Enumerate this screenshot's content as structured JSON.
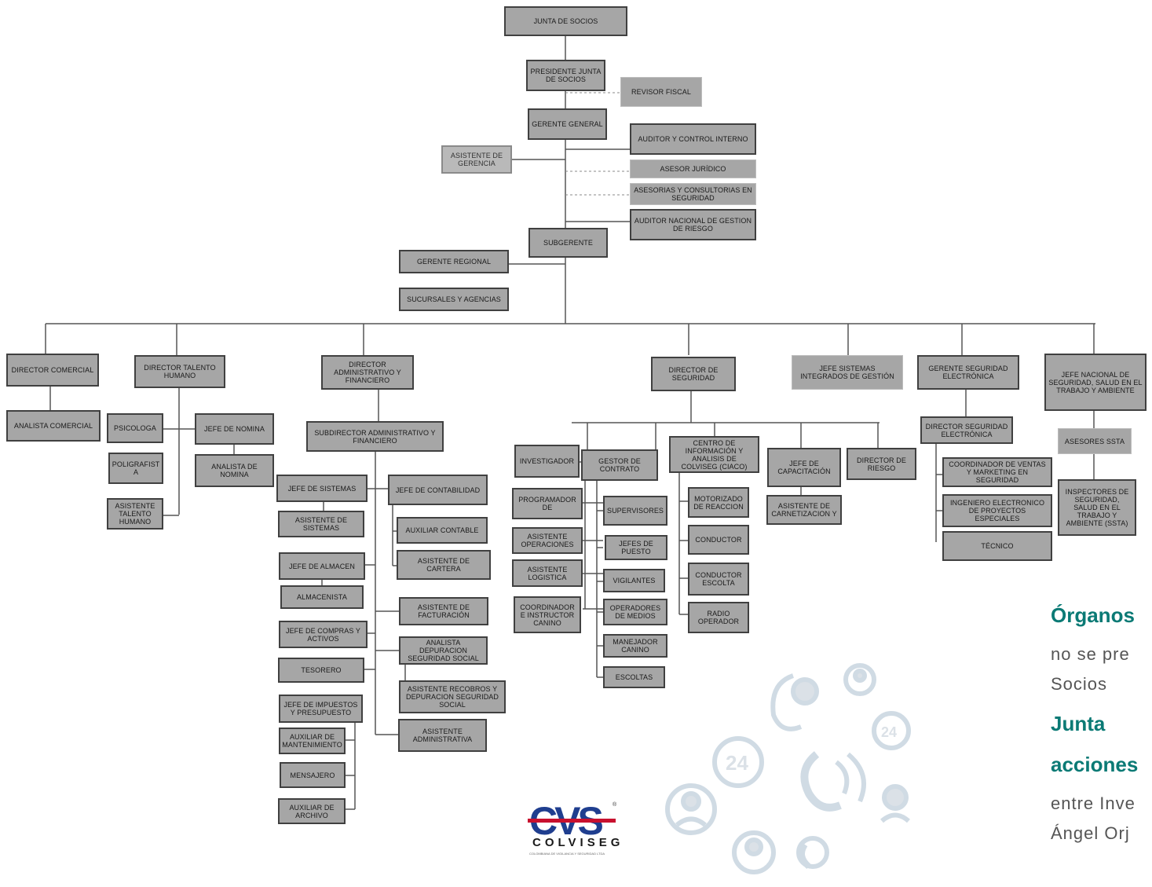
{
  "nodes": {
    "junta_socios": "JUNTA DE  SOCIOS",
    "presidente_junta": "PRESIDENTE JUNTA DE SOCIOS",
    "revisor_fiscal": "REVISOR FISCAL",
    "gerente_general": "GERENTE GENERAL",
    "auditor_control": "AUDITOR Y CONTROL INTERNO",
    "asistente_gerencia": "ASISTENTE DE GERENCIA",
    "asesor_juridico": "ASESOR JURÍDICO",
    "asesorias_seguridad": "ASESORIAS Y CONSULTORIAS EN SEGURIDAD",
    "auditor_nacional": "AUDITOR NACIONAL DE GESTION DE RIESGO",
    "subgerente": "SUBGERENTE",
    "gerente_regional": "GERENTE  REGIONAL",
    "sucursales": "SUCURSALES Y AGENCIAS",
    "director_comercial": "DIRECTOR COMERCIAL",
    "analista_comercial": "ANALISTA COMERCIAL",
    "director_talento": "DIRECTOR TALENTO HUMANO",
    "psicologa": "PSICOLOGA",
    "jefe_nomina": "JEFE DE NOMINA",
    "poligrafista": "POLIGRAFIST A",
    "analista_nomina": "ANALISTA DE NOMINA",
    "asistente_talento": "ASISTENTE TALENTO HUMANO",
    "director_admin": "DIRECTOR ADMINISTRATIVO Y FINANCIERO",
    "subdirector_admin": "SUBDIRECTOR  ADMINISTRATIVO Y FINANCIERO",
    "jefe_sistemas": "JEFE DE SISTEMAS",
    "jefe_contabilidad": "JEFE DE CONTABILIDAD",
    "asistente_sistemas": "ASISTENTE DE SISTEMAS",
    "auxiliar_contable": "AUXILIAR  CONTABLE",
    "jefe_almacen": "JEFE DE ALMACEN",
    "asistente_cartera": "ASISTENTE  DE CARTERA",
    "almacenista": "ALMACENISTA",
    "asistente_facturacion": "ASISTENTE  DE FACTURACIÓN",
    "jefe_compras": "JEFE DE COMPRAS Y ACTIVOS",
    "analista_depuracion": "ANALISTA DEPURACION SEGURIDAD SOCIAL",
    "tesorero": "TESORERO",
    "asistente_recobros": "ASISTENTE RECOBROS Y DEPURACION  SEGURIDAD SOCIAL",
    "jefe_impuestos": "JEFE DE IMPUESTOS Y PRESUPUESTO",
    "asistente_administrativa": "ASISTENTE ADMINISTRATIVA",
    "auxiliar_mantenimiento": "AUXILIAR DE MANTENIMIENTO",
    "mensajero": "MENSAJERO",
    "auxiliar_archivo": "AUXILIAR DE ARCHIVO",
    "director_seguridad": "DIRECTOR  DE SEGURIDAD",
    "investigador": "INVESTIGADOR",
    "gestor_contrato": "GESTOR DE CONTRATO",
    "programador": "PROGRAMADOR DE",
    "supervisores": "SUPERVISORES",
    "asistente_operaciones": "ASISTENTE OPERACIONES",
    "jefes_puesto": "JEFES DE PUESTO",
    "asistente_logistica": "ASISTENTE LOGISTICA",
    "vigilantes": "VIGILANTES",
    "coordinador_canino": "COORDINADOR E INSTRUCTOR CANINO",
    "operadores_medios": "OPERADORES DE MEDIOS",
    "manejador_canino": "MANEJADOR CANINO",
    "escoltas": "ESCOLTAS",
    "centro_informacion": "CENTRO DE INFORMACIÓN Y ANALISIS DE COLVISEG (CIACO)",
    "motorizado": "MOTORIZADO DE REACCION",
    "conductor": "CONDUCTOR",
    "conductor_escolta": "CONDUCTOR ESCOLTA",
    "radio_operador": "RADIO OPERADOR",
    "jefe_capacitacion": "JEFE DE CAPACITACIÓN",
    "asistente_carnetizacion": "ASISTENTE DE CARNETIZACION Y",
    "director_riesgo": "DIRECTOR DE RIESGO",
    "jefe_sistemas_integrados": "JEFE SISTEMAS INTEGRADOS DE GESTIÓN",
    "gerente_seg_electronica": "GERENTE SEGURIDAD ELECTRÓNICA",
    "director_seg_electronica": "DIRECTOR  SEGURIDAD ELECTRÓNICA",
    "coordinador_ventas": "COORDINADOR DE VENTAS Y MARKETING EN SEGURIDAD",
    "ingeniero_electronico": "INGENIERO ELECTRONICO DE PROYECTOS ESPECIALES",
    "tecnico": "TÉCNICO",
    "jefe_nacional_ssta": "JEFE  NACIONAL DE SEGURIDAD, SALUD EN EL TRABAJO  Y AMBIENTE",
    "asesores_ssta": "ASESORES SSTA",
    "inspectores_ssta": "INSPECTORES DE SEGURIDAD, SALUD EN EL TRABAJO Y AMBIENTE (SSTA)"
  },
  "side_text": {
    "line1": "Órganos",
    "line2": "no  se  pre",
    "line3": "Socios",
    "line4": "Junta",
    "line5": "acciones",
    "line6": "entre  Inve",
    "line7": "Ángel Orj"
  },
  "logo": {
    "letters": "CVS",
    "word": "COLVISEG",
    "registered": "®",
    "tagline": "COLOMBIANA DE VIGILANCIA Y SEGURIDAD LTDA"
  },
  "watermark_icons": [
    "headset-icon",
    "phone-icon",
    "24-hours-icon",
    "user-support-icon"
  ],
  "colors": {
    "box_fill": "#a6a6a6",
    "box_border": "#404040",
    "accent_teal": "#0b7a75",
    "logo_blue": "#1f3e8f",
    "logo_red": "#c8102e"
  }
}
